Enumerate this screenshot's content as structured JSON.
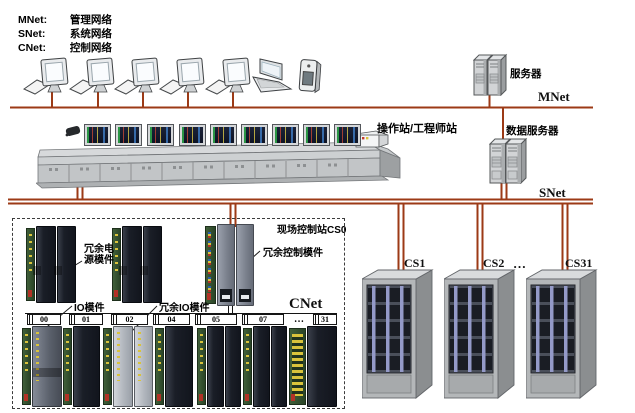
{
  "legend": {
    "items": [
      {
        "key": "MNet:",
        "value": "管理网络"
      },
      {
        "key": "SNet:",
        "value": "系统网络"
      },
      {
        "key": "CNet:",
        "value": "控制网络"
      }
    ]
  },
  "colors": {
    "network_line": "#9c3a16",
    "callout_line": "#1a1a1a"
  },
  "mnet": {
    "label": "MNet"
  },
  "snet": {
    "label": "SNet"
  },
  "cnet": {
    "label": "CNet"
  },
  "servers": {
    "app_server": "服务器",
    "data_server": "数据服务器"
  },
  "console": {
    "label": "操作站/工程师站"
  },
  "station": {
    "title": "现场控制站CS0",
    "power_module_line1": "冗余电",
    "power_module_line2": "源模件",
    "controller_module": "冗余控制模件",
    "io_module": "IO模件",
    "redundant_io_module": "冗余IO模件",
    "taps": [
      "00",
      "01",
      "02",
      "04",
      "05",
      "07",
      "…",
      "31"
    ]
  },
  "cabinets": {
    "labels": [
      "CS1",
      "CS2",
      "CS31"
    ],
    "ellipsis": "…"
  }
}
